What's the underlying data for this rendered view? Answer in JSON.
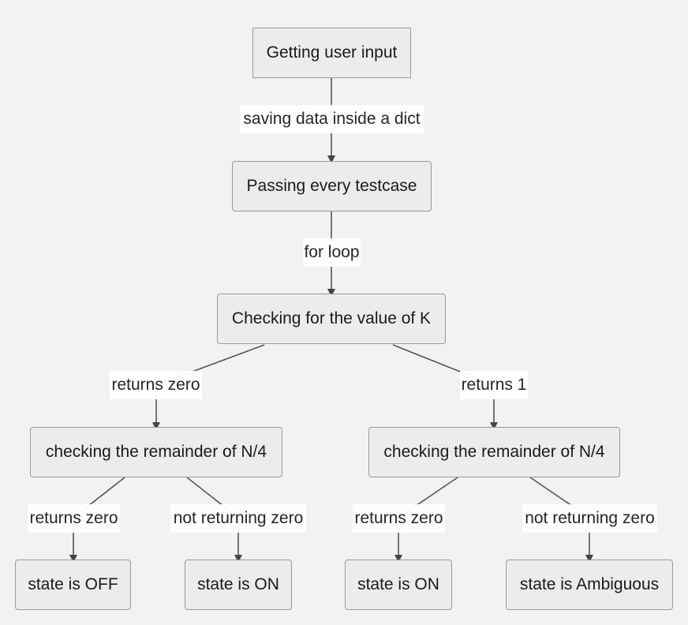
{
  "diagram": {
    "colors": {
      "background": "#f2f2f2",
      "node_fill": "#ececec",
      "node_border": "#9a9a9a",
      "edge": "#555555",
      "edge_label_bg": "#ffffff"
    },
    "nodes": {
      "get_input": "Getting user input",
      "pass_testcases": "Passing every testcase",
      "check_k": "Checking for the value of K",
      "remainder_left": "checking the remainder of N/4",
      "remainder_right": "checking the remainder of N/4",
      "state_off": "state is OFF",
      "state_on_left": "state is ON",
      "state_on_right": "state is ON",
      "state_ambiguous": "state is Ambiguous"
    },
    "edges": {
      "input_to_pass": "saving data inside a dict",
      "pass_to_check": "for loop",
      "check_to_left": "returns zero",
      "check_to_right": "returns 1",
      "left_to_off": "returns zero",
      "left_to_on": "not returning zero",
      "right_to_on": "returns zero",
      "right_to_ambiguous": "not returning zero"
    }
  }
}
